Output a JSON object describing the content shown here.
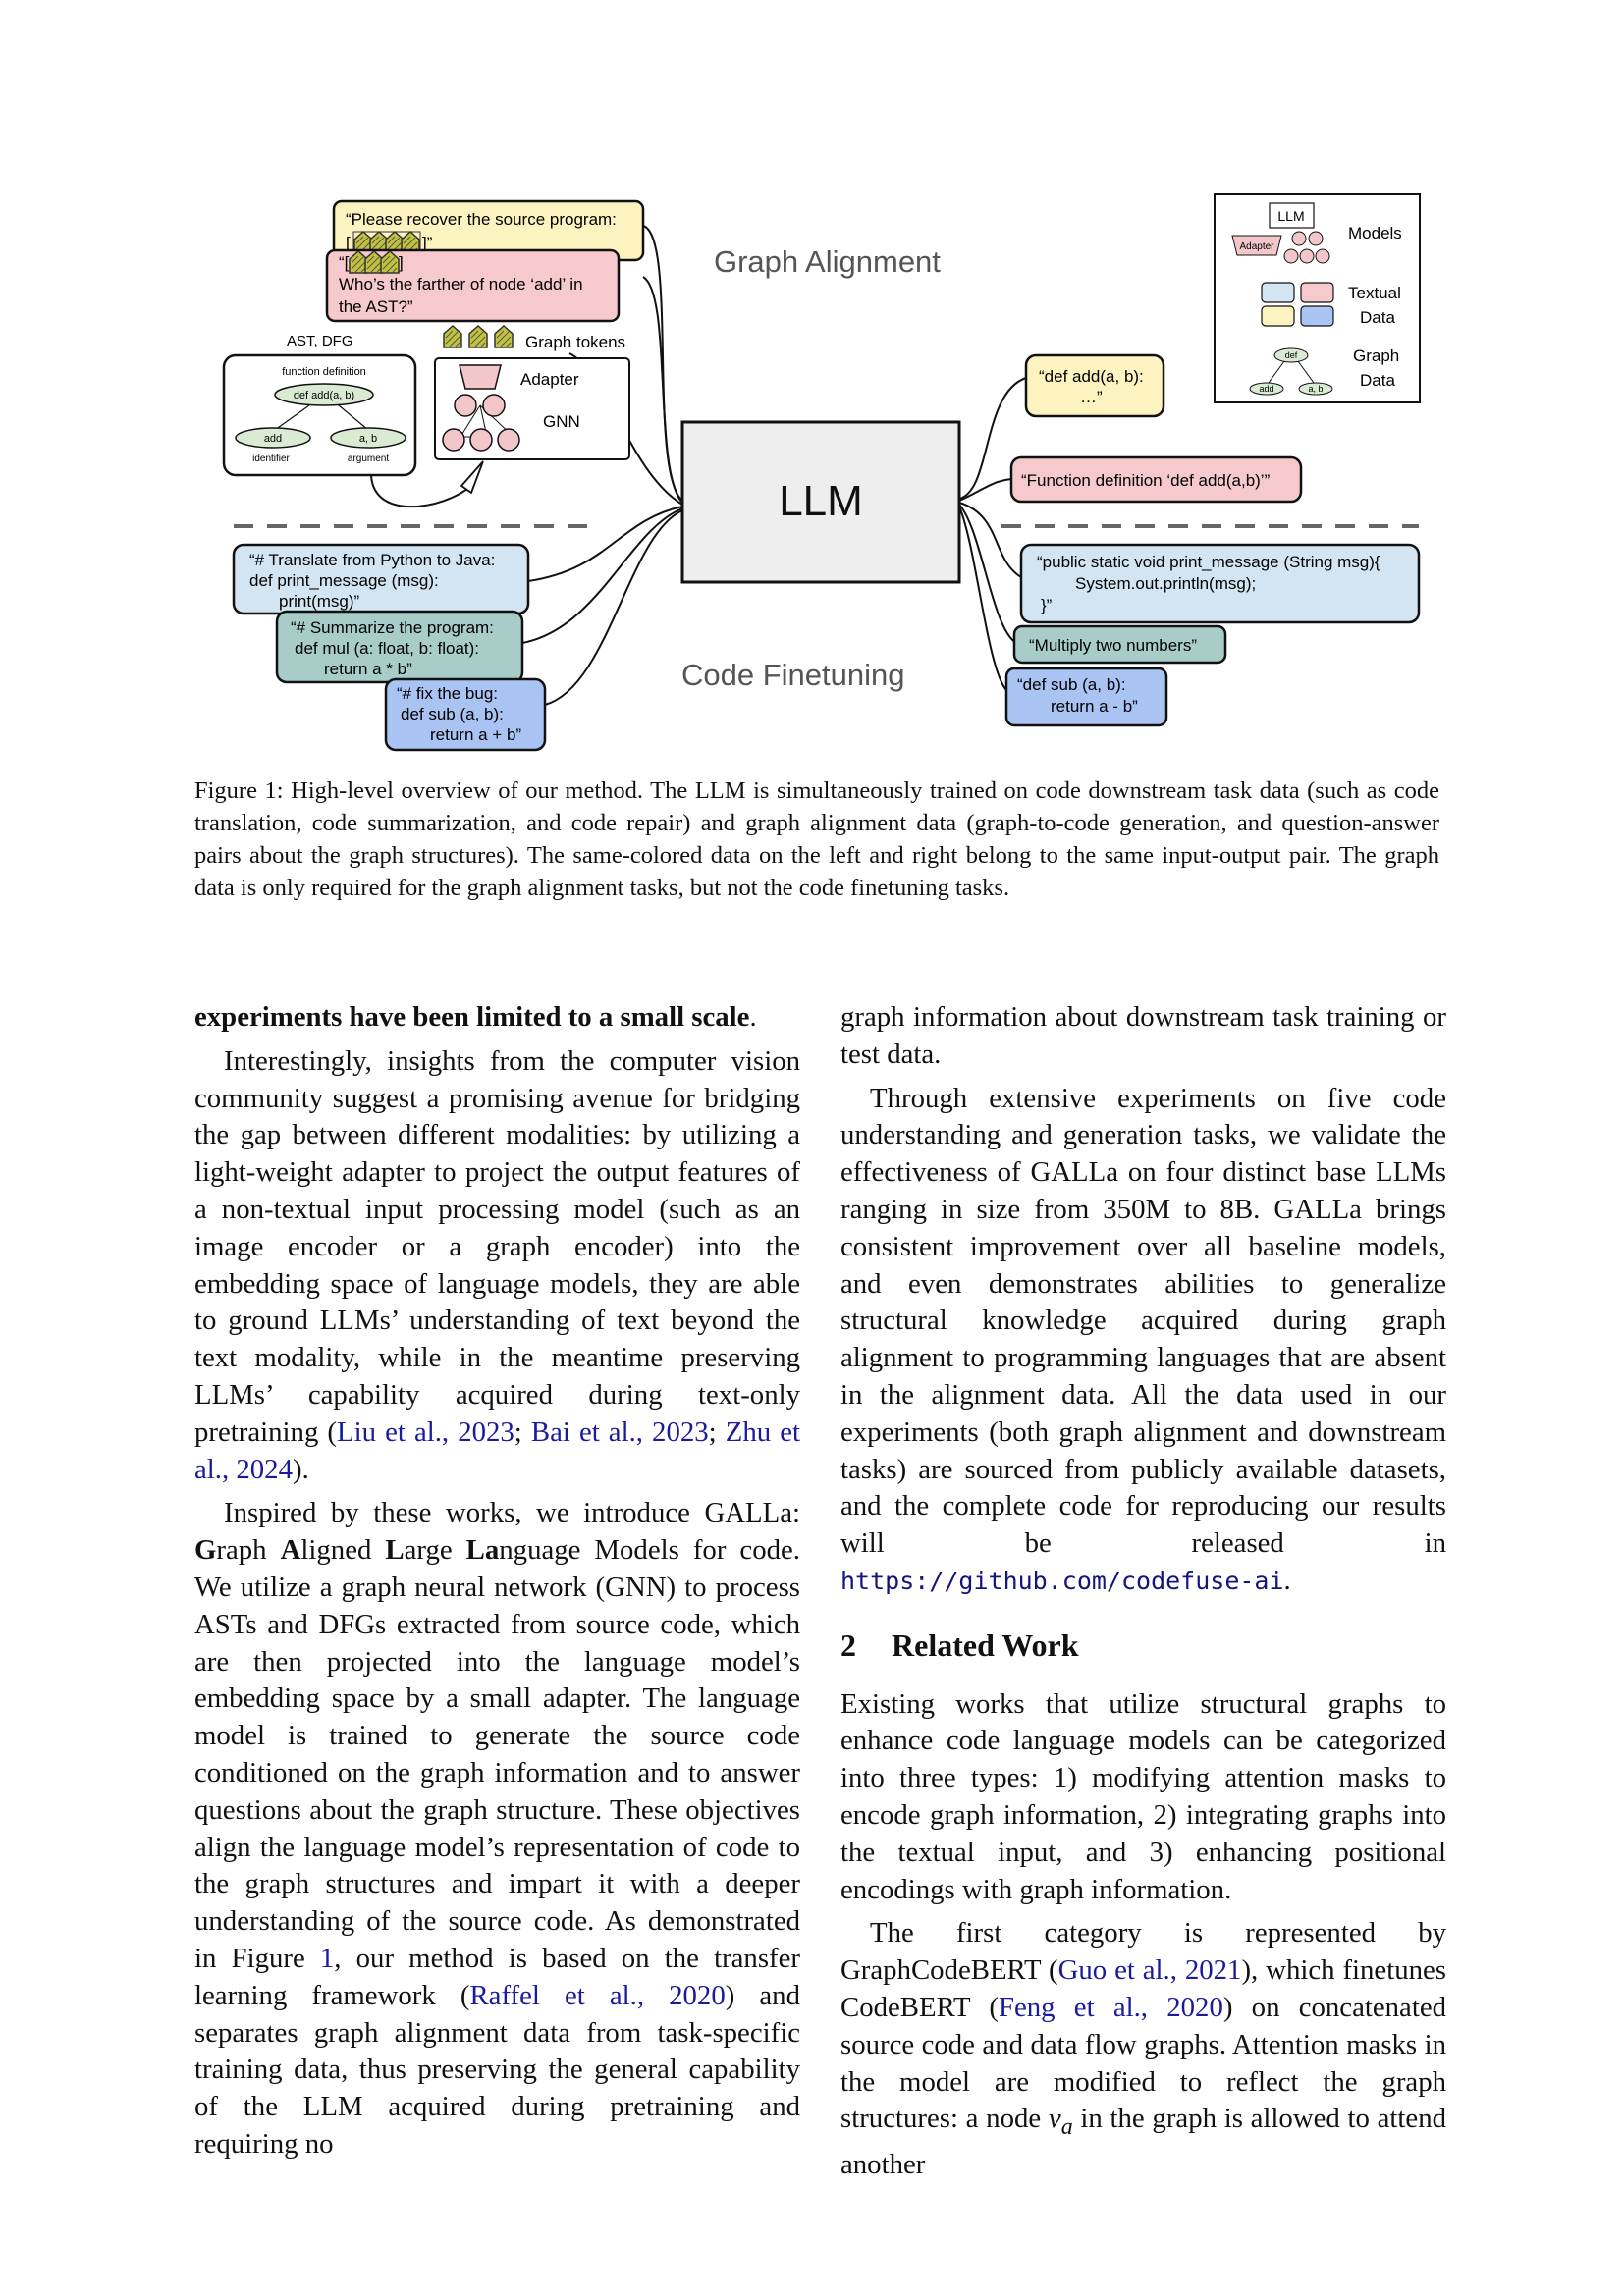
{
  "figure": {
    "graph_alignment_label": "Graph Alignment",
    "code_finetuning_label": "Code Finetuning",
    "llm_label": "LLM",
    "adapter_label": "Adapter",
    "gnn_label": "GNN",
    "graph_tokens_label": "Graph tokens",
    "ast_dfg_label": "AST, DFG",
    "ast_tree": {
      "root_label": "function definition",
      "root_node": "def add(a, b)",
      "left_node": "add",
      "right_node": "a, b",
      "left_caption": "identifier",
      "right_caption": "argument"
    },
    "prompt_recover": {
      "line1": "“Please recover the source program:",
      "line2_prefix": "[",
      "line2_suffix": "]”"
    },
    "prompt_question": {
      "line1_prefix": "“[",
      "line1_suffix": "]",
      "line2": "Who’s the farther of node ‘add’ in",
      "line3": "the AST?”"
    },
    "out_code": {
      "line1": "“def add(a, b):",
      "line2": "…”"
    },
    "out_answer": "“Function definition ‘def add(a,b)’”",
    "in_translate": {
      "line1": "“# Translate from Python to Java:",
      "line2": "def print_message (msg):",
      "line3": "print(msg)”"
    },
    "in_summarize": {
      "line1": "“# Summarize the program:",
      "line2": "def mul (a: float, b: float):",
      "line3": "return a * b”"
    },
    "in_fix": {
      "line1": "“# fix the bug:",
      "line2": "def sub (a, b):",
      "line3": "return a + b”"
    },
    "out_java": {
      "line1": "“public static void print_message (String msg){",
      "line2": "System.out.println(msg);",
      "line3": "}”"
    },
    "out_summary": "“Multiply two numbers”",
    "out_fixed": {
      "line1": "“def sub (a, b):",
      "line2": "return a - b”"
    },
    "legend": {
      "llm": "LLM",
      "adapter": "Adapter",
      "models": "Models",
      "textual": "Textual",
      "data": "Data",
      "graph": "Graph",
      "graph_data": "Data",
      "def_node": "def",
      "add_node": "add",
      "ab_node": "a, b"
    },
    "colors": {
      "yellow": "#fdf3c0",
      "pink": "#f6c9cc",
      "light_blue": "#d3e5f2",
      "teal": "#a8cdc8",
      "periwinkle": "#a9c3f3",
      "llm_fill": "#eeeeee",
      "node_pink": "#f3c7c9",
      "token_olive": "#c2c23c",
      "ast_node": "#d9ecd3"
    }
  },
  "caption": "Figure 1: High-level overview of our method. The LLM is simultaneously trained on code downstream task data (such as code translation, code summarization, and code repair) and graph alignment data (graph-to-code generation, and question-answer pairs about the graph structures). The same-colored data on the left and right belong to the same input-output pair. The graph data is only required for the graph alignment tasks, but not the code finetuning tasks.",
  "left_column": {
    "p1_bold": "experiments have been limited to a small scale",
    "p1_end": ".",
    "p2_text": "Interestingly, insights from the computer vision community suggest a promising avenue for bridging the gap between different modalities: by utilizing a light-weight adapter to project the output features of a non-textual input processing model (such as an image encoder or a graph encoder) into the embedding space of language models, they are able to ground LLMs’ understanding of text beyond the text modality, while in the meantime preserving LLMs’ capability acquired during text-only pretraining (",
    "p2_cite1": "Liu et al., 2023",
    "p2_sep1": "; ",
    "p2_cite2": "Bai et al., 2023",
    "p2_sep2": "; ",
    "p2_cite3": "Zhu et al., 2024",
    "p2_end": ").",
    "p3_intro": "Inspired by these works, we introduce GALLa: ",
    "p3_g": "G",
    "p3_raph": "raph ",
    "p3_a": "A",
    "p3_ligned": "ligned ",
    "p3_l": "L",
    "p3_arge": "arge ",
    "p3_la": "La",
    "p3_nguage": "nguage Models for code. We utilize a graph neural network (GNN) to process ASTs and DFGs extracted from source code, which are then projected into the language model’s embedding space by a small adapter. The language model is trained to generate the source code conditioned on the graph information and to answer questions about the graph structure. These objectives align the language model’s representation of code to the graph structures and impart it with a deeper understanding of the source code. As demonstrated in Figure ",
    "p3_figref": "1",
    "p3_mid": ", our method is based on the transfer learning framework (",
    "p3_cite": "Raffel et al., 2020",
    "p3_end": ") and separates graph alignment data from task-specific training data, thus preserving the general capability of the LLM acquired during pretraining and requiring no"
  },
  "right_column": {
    "p1": "graph information about downstream task training or test data.",
    "p2_text": "Through extensive experiments on five code understanding and generation tasks, we validate the effectiveness of GALLa on four distinct base LLMs ranging in size from 350M to 8B. GALLa brings consistent improvement over all baseline models, and even demonstrates abilities to generalize structural knowledge acquired during graph alignment to programming languages that are absent in the alignment data. All the data used in our experiments (both graph alignment and downstream tasks) are sourced from publicly available datasets, and the complete code for reproducing our results will be released in ",
    "p2_url": "https://github.com/codefuse-ai",
    "p2_end": ".",
    "section_number": "2",
    "section_title": "Related Work",
    "p3": "Existing works that utilize structural graphs to enhance code language models can be categorized into three types: 1) modifying attention masks to encode graph information, 2) integrating graphs into the textual input, and 3) enhancing positional encodings with graph information.",
    "p4_start": "The first category is represented by GraphCodeBERT (",
    "p4_cite1": "Guo et al., 2021",
    "p4_mid": "), which finetunes CodeBERT (",
    "p4_cite2": "Feng et al., 2020",
    "p4_text2": ") on concatenated source code and data flow graphs. Attention masks in the model are modified to reflect the graph structures: a node ",
    "p4_var": "v",
    "p4_sub": "a",
    "p4_end": " in the graph is allowed to attend another"
  }
}
